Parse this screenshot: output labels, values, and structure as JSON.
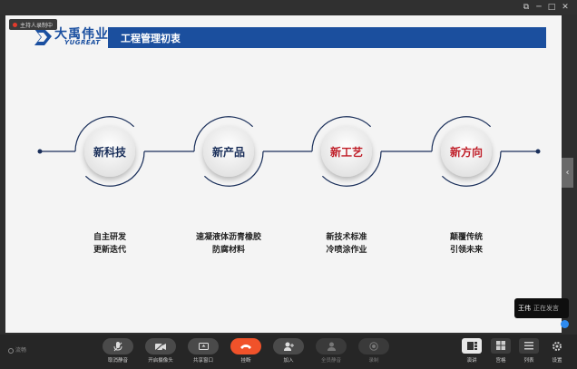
{
  "window": {
    "controls": [
      "⧉",
      "─",
      "□",
      "✕"
    ]
  },
  "recording": {
    "label": "主持人录制中"
  },
  "slide": {
    "logo_cn": "大禹伟业",
    "logo_en": "YUGREAT",
    "header_title": "工程管理初衷",
    "accent_colors": {
      "blue": "#1b4f9e",
      "dark": "#1a2f5a",
      "red": "#c0202a"
    },
    "stages": [
      {
        "label": "新科技",
        "color": "#1a2f5a",
        "desc": [
          "自主研发",
          "更新迭代"
        ]
      },
      {
        "label": "新产品",
        "color": "#1a2f5a",
        "desc": [
          "速凝液体沥青橡胶",
          "防腐材料"
        ]
      },
      {
        "label": "新工艺",
        "color": "#c0202a",
        "desc": [
          "新技术标准",
          "冷喷涂作业"
        ]
      },
      {
        "label": "新方向",
        "color": "#c0202a",
        "desc": [
          "颠覆传统",
          "引领未来"
        ]
      }
    ]
  },
  "side_tab": {
    "icon": "chevron-left-icon",
    "glyph": "‹"
  },
  "toast": {
    "name": "王伟",
    "status": "正在发言"
  },
  "toolbar": {
    "network_label": "流畅",
    "items": [
      {
        "label": "取消静音",
        "icon": "microphone-icon"
      },
      {
        "label": "开启摄像头",
        "icon": "camera-icon"
      },
      {
        "label": "共享窗口",
        "icon": "share-screen-icon"
      },
      {
        "label": "挂断",
        "icon": "hangup-icon"
      },
      {
        "label": "加入",
        "icon": "add-user-icon"
      },
      {
        "label": "全员静音",
        "icon": "mute-all-icon"
      },
      {
        "label": "录制",
        "icon": "record-icon"
      }
    ],
    "views": [
      {
        "label": "演讲",
        "icon": "speaker-view-icon"
      },
      {
        "label": "宫格",
        "icon": "grid-view-icon"
      },
      {
        "label": "列表",
        "icon": "list-view-icon"
      },
      {
        "label": "设置",
        "icon": "settings-gear-icon"
      }
    ]
  }
}
